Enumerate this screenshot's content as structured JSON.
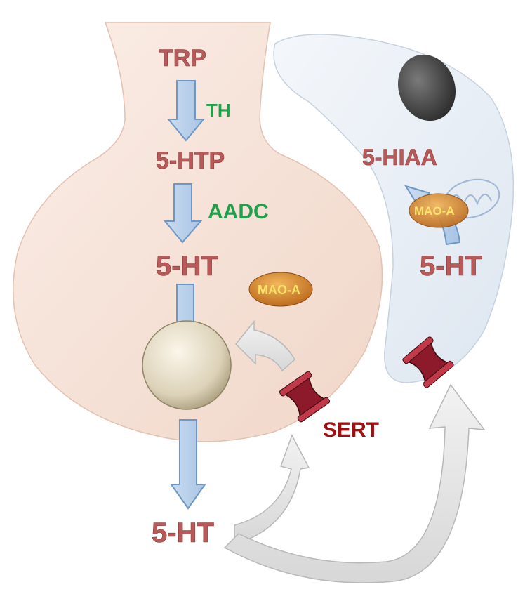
{
  "labels": {
    "trp": "TRP",
    "th": "TH",
    "htp": "5-HTP",
    "aadc": "AADC",
    "ht_neuron": "5-HT",
    "mao_neuron": "MAO-A",
    "ht_synapse": "5-HT",
    "sert": "SERT",
    "hiaa": "5-HIAA",
    "mao_glia": "MAO-A",
    "ht_glia": "5-HT"
  },
  "colors": {
    "neuron_fill": "#f6e2d8",
    "glia_fill": "#e8eef5",
    "arrow_fill": "#bcd3ec",
    "arrow_stroke": "#6f97c4",
    "metabolite_text": "#b85a5a",
    "enzyme_text": "#1fa04a",
    "sert_text": "#a01010",
    "mao_fill": "#d9892a",
    "mao_text": "#ffe36a",
    "vesicle_fill": "#e6dcc4",
    "transporter_fill": "#8c1a2a",
    "reuptake_arrow_fill": "#e6e6e6"
  }
}
